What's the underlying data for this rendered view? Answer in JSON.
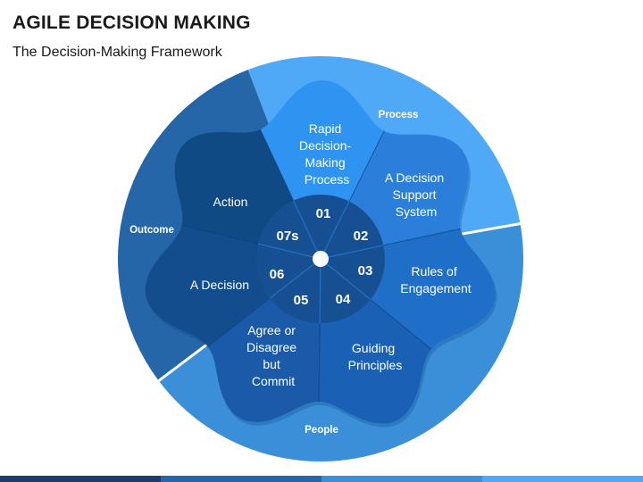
{
  "title": "AGILE DECISION MAKING",
  "subtitle": "The Decision-Making Framework",
  "groups": [
    {
      "label": "Process",
      "color": "#4fa9f7"
    },
    {
      "label": "People",
      "color": "#3a8fd8"
    },
    {
      "label": "Outcome",
      "color": "#2566a8"
    }
  ],
  "items": [
    {
      "num": "01",
      "lines": [
        "Rapid",
        "Decision-",
        "Making",
        "Process"
      ],
      "color": "#2f93f2"
    },
    {
      "num": "02",
      "lines": [
        "A Decision",
        "Support",
        "System"
      ],
      "color": "#2b7fdb"
    },
    {
      "num": "03",
      "lines": [
        "Rules of",
        "Engagement"
      ],
      "color": "#1f6ec7"
    },
    {
      "num": "04",
      "lines": [
        "Guiding",
        "Principles"
      ],
      "color": "#1a61b6"
    },
    {
      "num": "05",
      "lines": [
        "Agree or",
        "Disagree",
        "but",
        "Commit"
      ],
      "color": "#1a5aa8"
    },
    {
      "num": "06",
      "lines": [
        "A Decision"
      ],
      "color": "#134d8e"
    },
    {
      "num": "07s",
      "lines": [
        "Action"
      ],
      "color": "#0f4a84"
    }
  ],
  "colors": {
    "hub": "#174f93",
    "center_dot": "#ffffff",
    "text": "#ffffff",
    "bottom_bar": [
      "#1a3d6e",
      "#2566a8",
      "#3a8fd8",
      "#4fa9f7"
    ]
  }
}
